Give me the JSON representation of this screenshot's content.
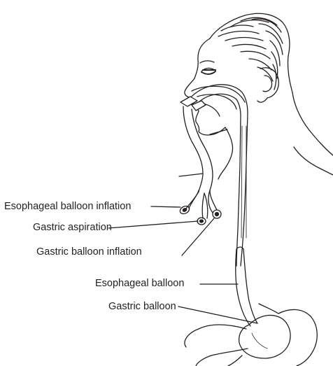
{
  "labels": {
    "esophageal_balloon_inflation": "Esophageal balloon inflation",
    "gastric_aspiration": "Gastric aspiration",
    "gastric_balloon_inflation": "Gastric balloon inflation",
    "esophageal_balloon": "Esophageal balloon",
    "gastric_balloon": "Gastric balloon"
  },
  "colors": {
    "line": "#231f20",
    "background": "#ffffff"
  }
}
